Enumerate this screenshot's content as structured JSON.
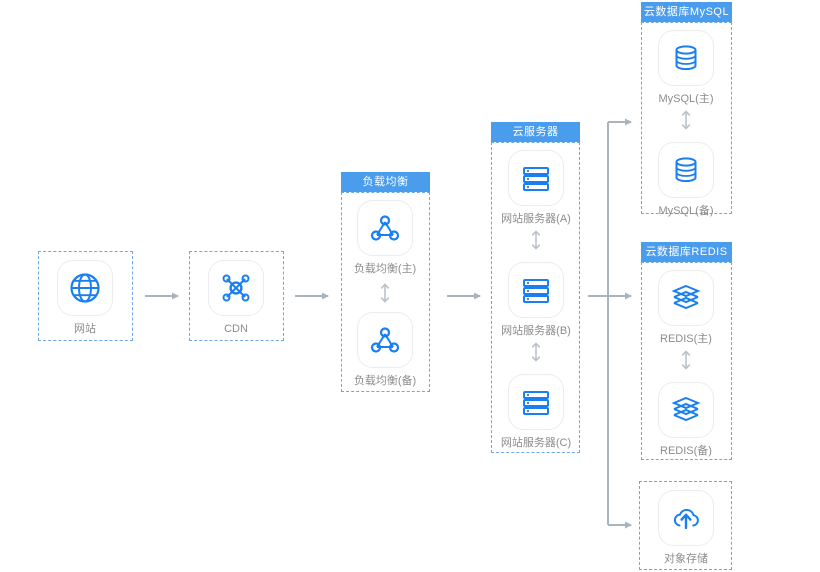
{
  "diagram": {
    "title": "cloud-architecture-diagram",
    "colors": {
      "accent_blue": "#1a7ff0",
      "header_blue": "#4a9ced",
      "group_border": "#6ba8e8",
      "arrow_gray": "#a8b4bf",
      "label_gray": "#8c8c8c",
      "tile_border": "#ececec"
    }
  },
  "groups": [
    {
      "id": "website",
      "header": null,
      "nodes": [
        {
          "label": "网站",
          "icon": "globe-icon"
        }
      ]
    },
    {
      "id": "cdn",
      "header": null,
      "nodes": [
        {
          "label": "CDN",
          "icon": "cdn-network-icon"
        }
      ]
    },
    {
      "id": "lb",
      "header": "负载均衡",
      "nodes": [
        {
          "label": "负载均衡(主)",
          "icon": "load-balancer-icon"
        },
        {
          "label": "负载均衡(备)",
          "icon": "load-balancer-icon"
        }
      ]
    },
    {
      "id": "ecs",
      "header": "云服务器",
      "nodes": [
        {
          "label": "网站服务器(A)",
          "icon": "server-rack-icon"
        },
        {
          "label": "网站服务器(B)",
          "icon": "server-rack-icon"
        },
        {
          "label": "网站服务器(C)",
          "icon": "server-rack-icon"
        }
      ]
    },
    {
      "id": "mysql",
      "header": "云数据库MySQL",
      "nodes": [
        {
          "label": "MySQL(主)",
          "icon": "database-icon"
        },
        {
          "label": "MySQL(备)",
          "icon": "database-icon"
        }
      ]
    },
    {
      "id": "redis",
      "header": "云数据库REDIS",
      "nodes": [
        {
          "label": "REDIS(主)",
          "icon": "redis-layers-icon"
        },
        {
          "label": "REDIS(备)",
          "icon": "redis-layers-icon"
        }
      ]
    },
    {
      "id": "oss",
      "header": null,
      "nodes": [
        {
          "label": "对象存储",
          "icon": "cloud-upload-icon"
        }
      ]
    }
  ]
}
